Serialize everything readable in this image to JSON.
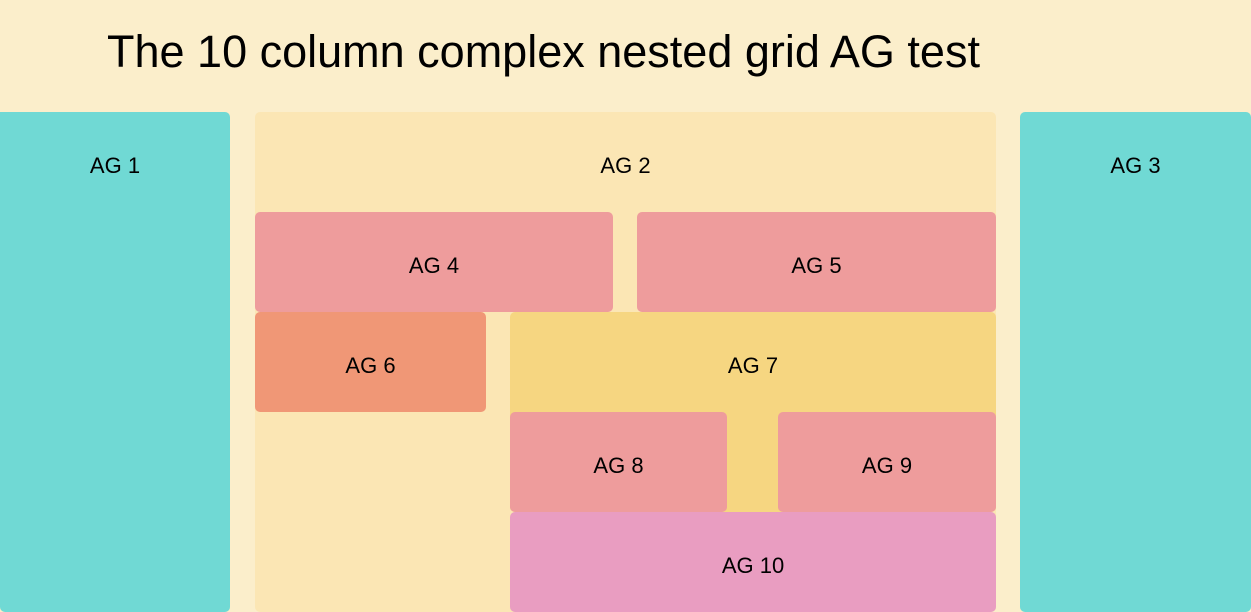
{
  "page": {
    "title": "The 10 column complex nested grid AG test",
    "background_color": "#fbeecb"
  },
  "grid": {
    "ag1": {
      "label": "AG 1",
      "color": "#70d9d4"
    },
    "ag2": {
      "label": "AG 2",
      "color": "#fbe6b4"
    },
    "ag3": {
      "label": "AG 3",
      "color": "#70d9d4"
    },
    "ag4": {
      "label": "AG 4",
      "color": "#ee9c9c"
    },
    "ag5": {
      "label": "AG 5",
      "color": "#ee9c9c"
    },
    "ag6": {
      "label": "AG 6",
      "color": "#f09776"
    },
    "ag7": {
      "label": "AG 7",
      "color": "#f6d681"
    },
    "ag8": {
      "label": "AG 8",
      "color": "#ee9c9c"
    },
    "ag9": {
      "label": "AG 9",
      "color": "#ee9c9c"
    },
    "ag10": {
      "label": "AG 10",
      "color": "#e99dc1"
    }
  }
}
